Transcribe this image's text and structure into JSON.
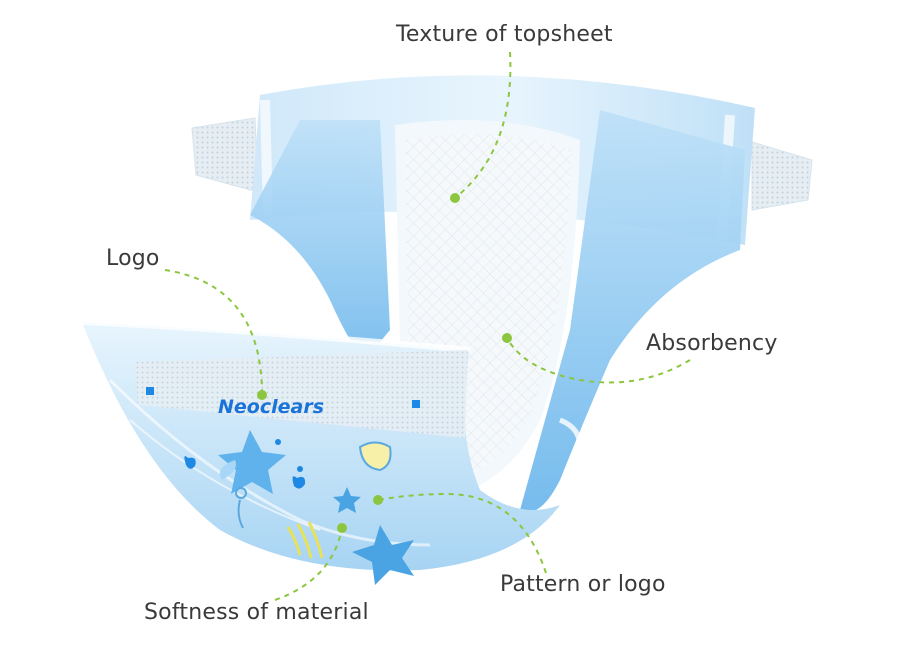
{
  "labels": {
    "texture": "Texture of  topsheet",
    "logo": "Logo",
    "absorbency": "Absorbency",
    "pattern": "Pattern or logo",
    "softness": "Softness of material"
  },
  "brand_logo": "Neoclears",
  "colors": {
    "accent_green": "#8cc63f",
    "diaper_blue": "#7fc1ef",
    "diaper_light": "#dff0fc",
    "text": "#3a3a3a"
  }
}
